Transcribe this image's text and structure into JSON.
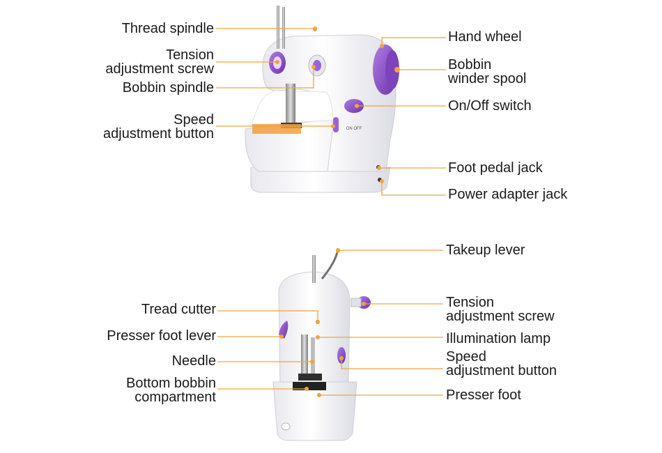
{
  "colors": {
    "leader": "#f2a33a",
    "accent": "#8a4fc7",
    "body": "#f4f4f6",
    "shade": "#dcdce2"
  },
  "top_view": {
    "labels_left": {
      "thread_spindle": "Thread spindle",
      "tension_l1": "Tension",
      "tension_l2": "adjustment screw",
      "bobbin_spindle": "Bobbin spindle",
      "speed_l1": "Speed",
      "speed_l2": "adjustment button"
    },
    "labels_right": {
      "hand_wheel": "Hand wheel",
      "bobbin_winder_l1": "Bobbin",
      "bobbin_winder_l2": "winder spool",
      "on_off": "On/Off switch",
      "foot_pedal": "Foot pedal jack",
      "power_adapter": "Power adapter jack"
    }
  },
  "bottom_view": {
    "labels_left": {
      "tread_cutter": "Tread cutter",
      "presser_foot_lever": "Presser foot lever",
      "needle": "Needle",
      "bottom_bobbin_l1": "Bottom bobbin",
      "bottom_bobbin_l2": "compartment"
    },
    "labels_right": {
      "takeup_lever": "Takeup lever",
      "tension_l1": "Tension",
      "tension_l2": "adjustment screw",
      "illumination": "Illumination lamp",
      "speed_l1": "Speed",
      "speed_l2": "adjustment button",
      "presser_foot": "Presser foot"
    }
  }
}
